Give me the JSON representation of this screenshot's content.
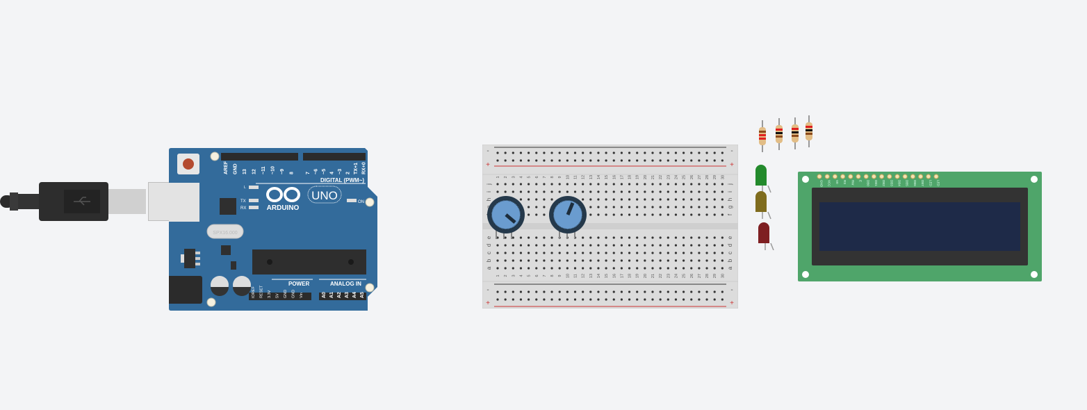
{
  "arduino": {
    "brand": "ARDUINO",
    "model": "UNO",
    "digital_label": "DIGITAL (PWM~)",
    "digital_pins": [
      "AREF",
      "GND",
      "13",
      "12",
      "~11",
      "~10",
      "~9",
      "8",
      "7",
      "~6",
      "~5",
      "4",
      "~3",
      "2",
      "TX+1",
      "RX+0"
    ],
    "led_labels": [
      "L",
      "TX",
      "RX"
    ],
    "on_label": "ON",
    "crystal": "SPX16.000",
    "power_label": "POWER",
    "power_pins": [
      "IOREF",
      "RESET",
      "3.3V",
      "5V",
      "GND",
      "GND",
      "Vin"
    ],
    "analog_label": "ANALOG IN",
    "analog_pins": [
      "A0",
      "A1",
      "A2",
      "A3",
      "A4",
      "A5"
    ]
  },
  "breadboard": {
    "columns": [
      "1",
      "2",
      "3",
      "4",
      "5",
      "6",
      "7",
      "8",
      "9",
      "10",
      "11",
      "12",
      "13",
      "14",
      "15",
      "16",
      "17",
      "18",
      "19",
      "20",
      "21",
      "22",
      "23",
      "24",
      "25",
      "26",
      "27",
      "28",
      "29",
      "30"
    ],
    "top_rows": [
      "j",
      "i",
      "h",
      "g",
      "f"
    ],
    "bottom_rows": [
      "e",
      "d",
      "c",
      "b",
      "a"
    ],
    "rail_minus": "-",
    "rail_plus": "+"
  },
  "resistors": [
    {
      "bands": [
        "#8b4a1c",
        "#e02020",
        "#e02020"
      ]
    },
    {
      "bands": [
        "#e02020",
        "#111111",
        "#8b4a1c"
      ]
    },
    {
      "bands": [
        "#e02020",
        "#111111",
        "#8b4a1c"
      ]
    },
    {
      "bands": [
        "#e02020",
        "#111111",
        "#8b4a1c"
      ]
    }
  ],
  "leds": [
    {
      "color": "#238a2c"
    },
    {
      "color": "#7f6c1e"
    },
    {
      "color": "#7e1f22"
    }
  ],
  "lcd": {
    "pins": [
      "GND",
      "VCC",
      "V0",
      "RS",
      "RW",
      "E",
      "DB0",
      "DB1",
      "DB2",
      "DB3",
      "DB4",
      "DB5",
      "DB6",
      "DB7",
      "LED",
      "LED"
    ],
    "board_color": "#4fa56a",
    "screen_color": "#1e2a48"
  }
}
